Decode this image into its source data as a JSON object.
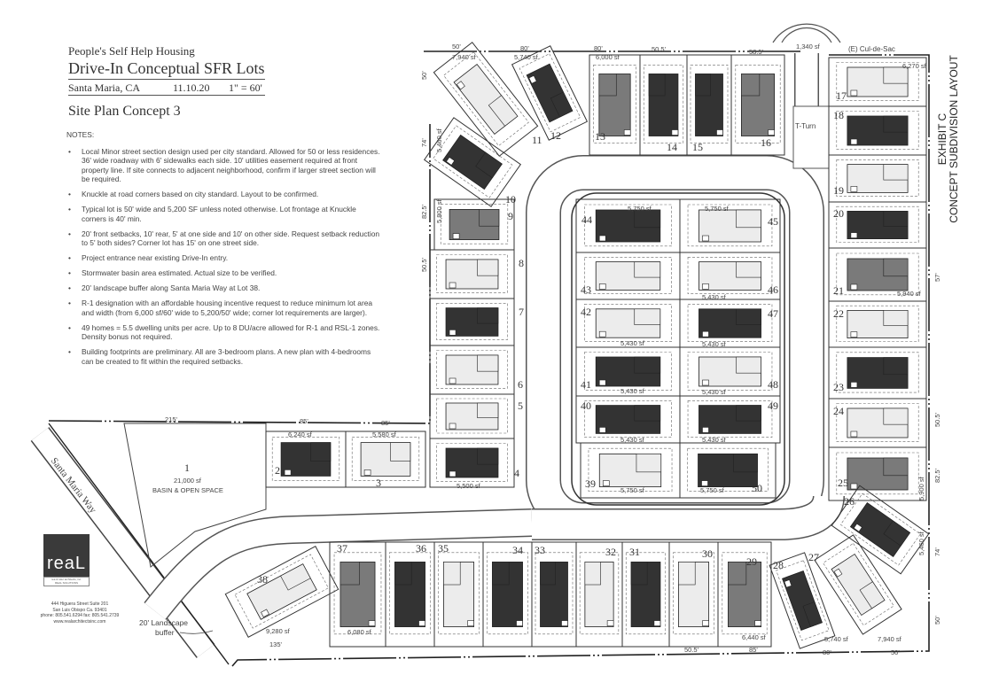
{
  "header": {
    "org": "People's Self Help Housing",
    "title": "Drive-In Conceptual SFR Lots",
    "location": "Santa Maria, CA",
    "date": "11.10.20",
    "scale": "1\" = 60'",
    "subtitle": "Site Plan Concept 3"
  },
  "notes": {
    "heading": "NOTES:",
    "items": [
      "Local Minor street section design used per city standard. Allowed for 50 or less residences. 36' wide roadway with 6' sidewalks each side. 10' utilities easement required at front property line. If site connects to adjacent neighborhood, confirm if larger street section will be required.",
      "Knuckle at road corners based on city standard. Layout to be confirmed.",
      "Typical lot is 50' wide and 5,200 SF unless noted otherwise. Lot frontage at Knuckle corners is 40' min.",
      "20' front setbacks, 10' rear, 5' at one side and 10' on other side. Request setback reduction to 5' both sides? Corner lot has 15' on one street side.",
      "Project entrance near existing Drive-In entry.",
      "Stormwater basin area estimated. Actual size to be verified.",
      "20' landscape buffer along Santa Maria Way at Lot 38.",
      "R-1 designation with an affordable housing incentive request to reduce minimum lot area and width (from 6,000 sf/60' wide to 5,200/50' wide; corner lot requirements are larger).",
      "49 homes = 5.5 dwelling units per acre. Up to 8 DU/acre allowed for R-1 and RSL-1 zones. Density bonus not required.",
      "Building footprints are preliminary. All are 3-bedroom plans. A new plan with 4-bedrooms can be created to fit within the required setbacks."
    ]
  },
  "logo": {
    "wordmark": "reaL",
    "tagline": "rea & tuler architects, inc.",
    "tagline2": "REAL SOLUTIONS",
    "address": [
      "444 Higuera Street Suite 201",
      "San Luis Obispo Ca. 93401",
      "phone: 805.541.6294  fax: 805.541.2739",
      "www.realarchitectsinc.com"
    ]
  },
  "exhibit": {
    "line1": "EXHIBIT C",
    "line2": "CONCEPT SUBDIVISION LAYOUT"
  },
  "labels": {
    "street": "Santa Maria Way",
    "cul_de_sac": "(E) Cul-de-Sac",
    "cul_de_sac_area": "1,340 sf",
    "t_turn": "T-Turn",
    "buffer_line1": "20' Landscape",
    "buffer_line2": "buffer"
  },
  "basin": {
    "num": "1",
    "area": "21,000 sf",
    "label": "BASIN & OPEN SPACE"
  },
  "colors": {
    "dark": "#333333",
    "mid": "#7a7a7a",
    "light": "#ececec",
    "line": "#333333"
  },
  "lots": [
    {
      "num": "2",
      "area": "6,240 sf",
      "house": "dark"
    },
    {
      "num": "3",
      "area": "5,580 sf",
      "house": "light"
    },
    {
      "num": "4",
      "area": "5,500 sf",
      "house": "dark"
    },
    {
      "num": "5",
      "house": "light"
    },
    {
      "num": "6",
      "house": "light"
    },
    {
      "num": "7",
      "house": "dark"
    },
    {
      "num": "8",
      "house": "light"
    },
    {
      "num": "9",
      "area": "5,800 sf",
      "house": "mid"
    },
    {
      "num": "10",
      "area": "5,460 sf",
      "house": "dark"
    },
    {
      "num": "11",
      "area": "7,940 sf",
      "house": "light"
    },
    {
      "num": "12",
      "area": "5,740 sf",
      "house": "dark"
    },
    {
      "num": "13",
      "area": "6,000 sf",
      "house": "mid"
    },
    {
      "num": "14",
      "house": "dark"
    },
    {
      "num": "15",
      "house": "dark"
    },
    {
      "num": "16",
      "house": "mid"
    },
    {
      "num": "17",
      "area": "6,270 sf",
      "house": "light"
    },
    {
      "num": "18",
      "house": "dark"
    },
    {
      "num": "19",
      "house": "light"
    },
    {
      "num": "20",
      "house": "dark"
    },
    {
      "num": "21",
      "area": "5,940 sf",
      "house": "mid"
    },
    {
      "num": "22",
      "house": "light"
    },
    {
      "num": "23",
      "house": "dark"
    },
    {
      "num": "24",
      "house": "light"
    },
    {
      "num": "25",
      "area": "5,900 sf",
      "house": "mid"
    },
    {
      "num": "26",
      "area": "5,460 sf",
      "house": "dark"
    },
    {
      "num": "27",
      "area": "7,940 sf",
      "house": "light"
    },
    {
      "num": "28",
      "area": "5,740 sf",
      "house": "dark"
    },
    {
      "num": "29",
      "area": "6,440 sf",
      "house": "mid"
    },
    {
      "num": "30",
      "house": "light"
    },
    {
      "num": "31",
      "house": "dark"
    },
    {
      "num": "32",
      "house": "light"
    },
    {
      "num": "33",
      "house": "dark"
    },
    {
      "num": "34",
      "house": "dark"
    },
    {
      "num": "35",
      "house": "light"
    },
    {
      "num": "36",
      "house": "dark"
    },
    {
      "num": "37",
      "area": "6,080 sf",
      "house": "mid"
    },
    {
      "num": "38",
      "area": "9,280 sf",
      "house": "light"
    },
    {
      "num": "39",
      "area": "5,750 sf",
      "house": "light"
    },
    {
      "num": "40",
      "area": "5,430 sf",
      "house": "dark"
    },
    {
      "num": "41",
      "area": "5,430 sf",
      "house": "dark"
    },
    {
      "num": "42",
      "area": "5,430 sf",
      "house": "light"
    },
    {
      "num": "43",
      "house": "light"
    },
    {
      "num": "44",
      "area": "5,750 sf",
      "house": "dark"
    },
    {
      "num": "45",
      "area": "5,750 sf",
      "house": "light"
    },
    {
      "num": "46",
      "area": "5,430 sf",
      "house": "light"
    },
    {
      "num": "47",
      "area": "5,430 sf",
      "house": "dark"
    },
    {
      "num": "48",
      "area": "5,430 sf",
      "house": "light"
    },
    {
      "num": "49",
      "area": "5,430 sf",
      "house": "dark"
    },
    {
      "num": "50",
      "area": "5,750 sf",
      "house": "dark"
    }
  ],
  "dimensions": {
    "top": [
      "50'",
      "80'",
      "80'",
      "50.5'",
      "58.5'"
    ],
    "left": [
      "50'",
      "74'",
      "82.5'",
      "50.5'"
    ],
    "middle": [
      "215'",
      "85'",
      "85'"
    ],
    "right": [
      "57'",
      "50.5'",
      "82.5'",
      "74'",
      "50'"
    ],
    "bottom": [
      "135'",
      "50.5'",
      "85'",
      "80'",
      "50'"
    ]
  }
}
